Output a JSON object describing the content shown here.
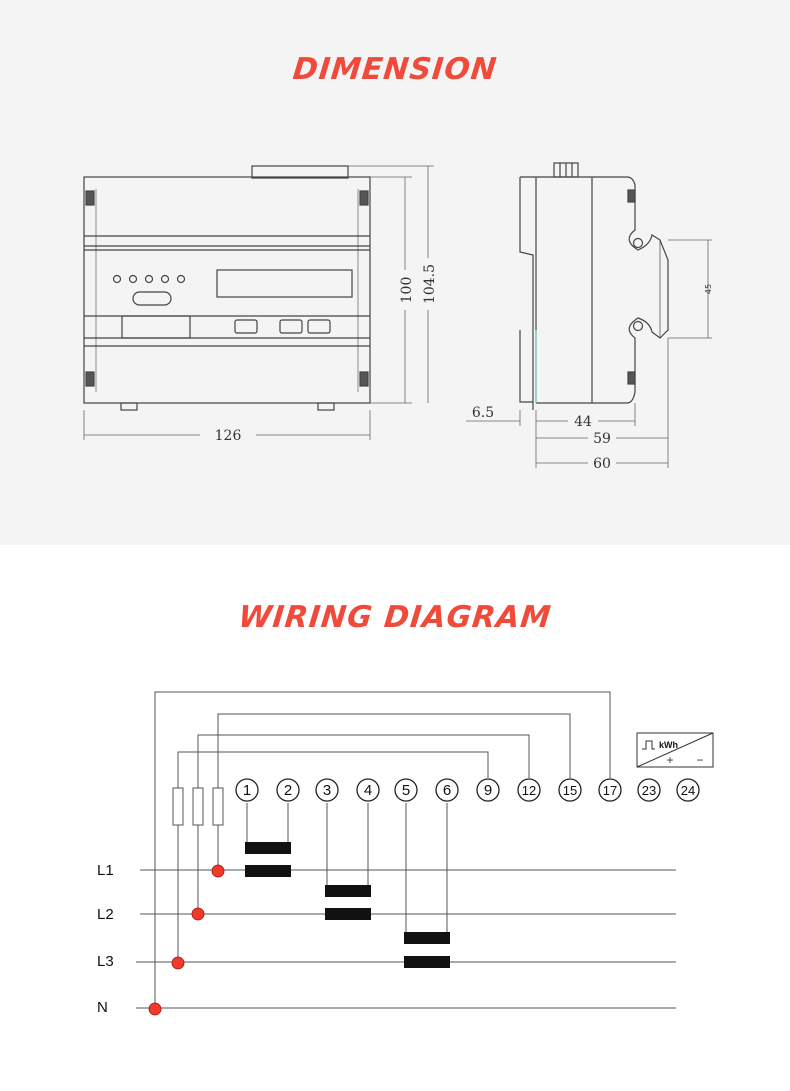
{
  "headings": {
    "dimension": "DIMENSION",
    "wiring": "WIRING DIAGRAM"
  },
  "dimensions": {
    "width": "126",
    "height": "100",
    "height_total": "104.5",
    "rail_offset": "6.5",
    "depth_body": "44",
    "depth_mid": "59",
    "depth_total": "60",
    "window_height": "45"
  },
  "wiring": {
    "lines": [
      "L1",
      "L2",
      "L3",
      "N"
    ],
    "terminals": [
      "1",
      "2",
      "3",
      "4",
      "5",
      "6",
      "9",
      "12",
      "15",
      "17",
      "23",
      "24"
    ],
    "pulse_label": "kWh",
    "pulse_plus": "+",
    "pulse_minus": "−"
  },
  "colors": {
    "accent": "#f04a3a",
    "node": "#f03a2a"
  }
}
